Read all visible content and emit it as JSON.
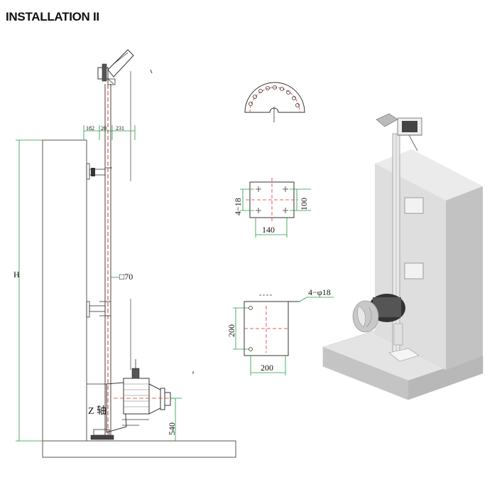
{
  "title": "INSTALLATION II",
  "side_view": {
    "dim_top_left": "182",
    "dim_top_mid": "20",
    "dim_top_right": "231",
    "dim_height": "H",
    "dim_tube": "□70",
    "axis_label": "Z 轴",
    "dim_bottom": "540"
  },
  "arc_plate": {},
  "top_bracket": {
    "dim_holes": "4−18",
    "dim_height": "100",
    "dim_width": "140"
  },
  "base_plate": {
    "dim_holes": "4−φ18",
    "dim_height": "200",
    "dim_width": "200"
  },
  "colors": {
    "line": "#555555",
    "dim_green": "#1f9e3a",
    "center_red": "#e03030",
    "concrete": "#dcdcdc"
  }
}
